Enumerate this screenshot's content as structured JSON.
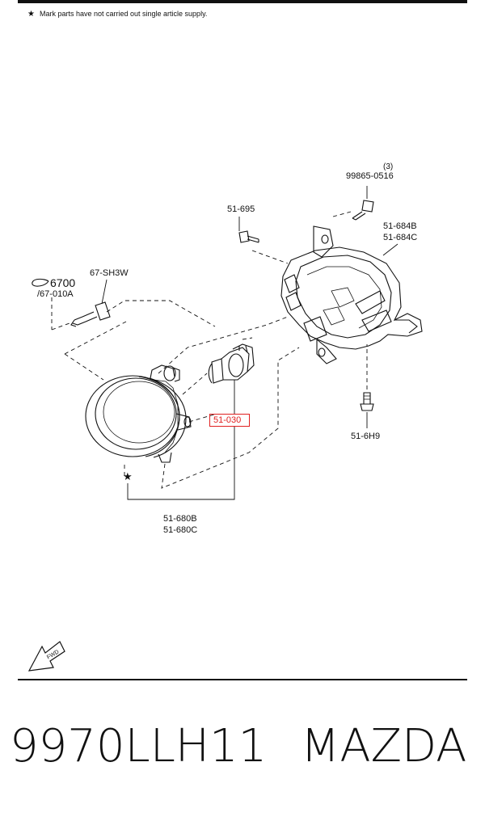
{
  "header": {
    "note_text": "Mark parts have not carried out single article supply."
  },
  "callouts": {
    "bolt_top_qty": "(3)",
    "bolt_top": "99865-0516",
    "screw_left": "51-695",
    "bracket_1": "51-684B",
    "bracket_2": "51-684C",
    "connector_1": "67-SH3W",
    "harness_1": "6700",
    "harness_2": "/67-010A",
    "bulb": "51-030",
    "bolt_bottom": "51-6H9",
    "lamp_1": "51-680B",
    "lamp_2": "51-680C"
  },
  "footer": {
    "part_number": "9970LLH11",
    "brand": "MAZDA"
  },
  "colors": {
    "line": "#111111",
    "highlight": "#e02020"
  },
  "icons": {
    "note_marker": "star-icon",
    "direction": "fwd-arrow-icon",
    "harness": "wire-loop-icon"
  }
}
